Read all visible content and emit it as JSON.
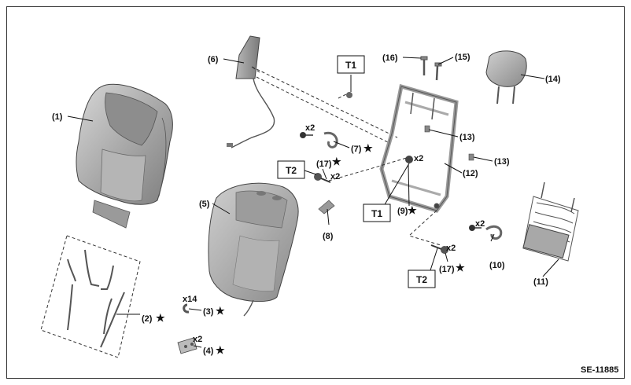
{
  "figure_id": "SE-11885",
  "parts": [
    {
      "key": "p1",
      "label": "(1)",
      "star": false,
      "qty": ""
    },
    {
      "key": "p2",
      "label": "(2)",
      "star": true,
      "qty": ""
    },
    {
      "key": "p3",
      "label": "(3)",
      "star": true,
      "qty": "x14"
    },
    {
      "key": "p4",
      "label": "(4)",
      "star": true,
      "qty": "x2"
    },
    {
      "key": "p5",
      "label": "(5)",
      "star": false,
      "qty": ""
    },
    {
      "key": "p6",
      "label": "(6)",
      "star": false,
      "qty": ""
    },
    {
      "key": "p7",
      "label": "(7)",
      "star": true,
      "qty": "x2"
    },
    {
      "key": "p8",
      "label": "(8)",
      "star": false,
      "qty": ""
    },
    {
      "key": "p9",
      "label": "(9)",
      "star": true,
      "qty": "x2"
    },
    {
      "key": "p10",
      "label": "(10)",
      "star": false,
      "qty": "x2"
    },
    {
      "key": "p11",
      "label": "(11)",
      "star": false,
      "qty": ""
    },
    {
      "key": "p12",
      "label": "(12)",
      "star": false,
      "qty": ""
    },
    {
      "key": "p13a",
      "label": "(13)",
      "star": false,
      "qty": ""
    },
    {
      "key": "p13b",
      "label": "(13)",
      "star": false,
      "qty": ""
    },
    {
      "key": "p14",
      "label": "(14)",
      "star": false,
      "qty": ""
    },
    {
      "key": "p15",
      "label": "(15)",
      "star": false,
      "qty": ""
    },
    {
      "key": "p16",
      "label": "(16)",
      "star": false,
      "qty": ""
    },
    {
      "key": "p17a",
      "label": "(17)",
      "star": true,
      "qty": "x2"
    },
    {
      "key": "p17b",
      "label": "(17)",
      "star": true,
      "qty": "x2"
    }
  ],
  "torque_boxes": [
    {
      "key": "t1top",
      "label": "T1"
    },
    {
      "key": "t2left",
      "label": "T2"
    },
    {
      "key": "t1mid",
      "label": "T1"
    },
    {
      "key": "t2bot",
      "label": "T2"
    }
  ],
  "symbols": {
    "star": "★"
  }
}
